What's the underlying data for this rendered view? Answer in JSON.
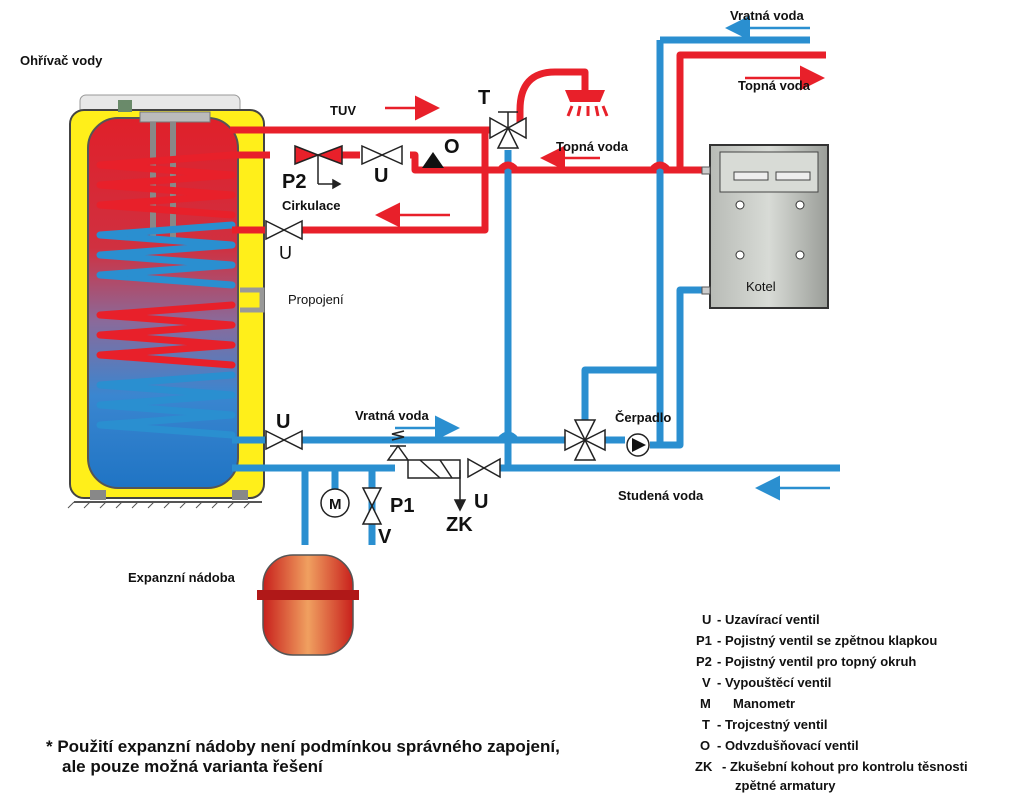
{
  "labels": {
    "heater": "Ohřívač vody",
    "tuv": "TUV",
    "heating_in": "Topná voda",
    "heating_top": "Topná voda",
    "return_top": "Vratná voda",
    "return_bottom": "Vratná voda",
    "circulation": "Cirkulace",
    "connection": "Propojení",
    "boiler": "Kotel",
    "pump": "Čerpadlo",
    "cold_water": "Studená voda",
    "expansion": "Expanzní nádoba"
  },
  "symbols": {
    "T": "T",
    "O": "O",
    "P2": "P2",
    "U": "U",
    "P1": "P1",
    "M": "M",
    "V": "V",
    "ZK": "ZK"
  },
  "legend": [
    {
      "code": "U",
      "text": "- Uzavírací ventil"
    },
    {
      "code": "P1",
      "text": "- Pojistný ventil se zpětnou klapkou"
    },
    {
      "code": "P2",
      "text": "- Pojistný ventil pro topný okruh"
    },
    {
      "code": "V",
      "text": "- Vypouštěcí ventil"
    },
    {
      "code": "M",
      "text": "Manometr"
    },
    {
      "code": "T",
      "text": "- Trojcestný ventil"
    },
    {
      "code": "O",
      "text": "- Odvzdušňovací ventil"
    },
    {
      "code": "ZK",
      "text": "- Zkušební kohout pro kontrolu těsnosti"
    },
    {
      "code": "",
      "text": "zpětné armatury"
    }
  ],
  "note_line1": "* Použití expanzní nádoby není podmínkou správného zapojení,",
  "note_line2": "ale pouze možná varianta řešení",
  "colors": {
    "hot": "#e8202a",
    "cold": "#2a8fd0",
    "tank_yellow": "#ffef1a",
    "boiler_gray": "#a8aba6"
  }
}
